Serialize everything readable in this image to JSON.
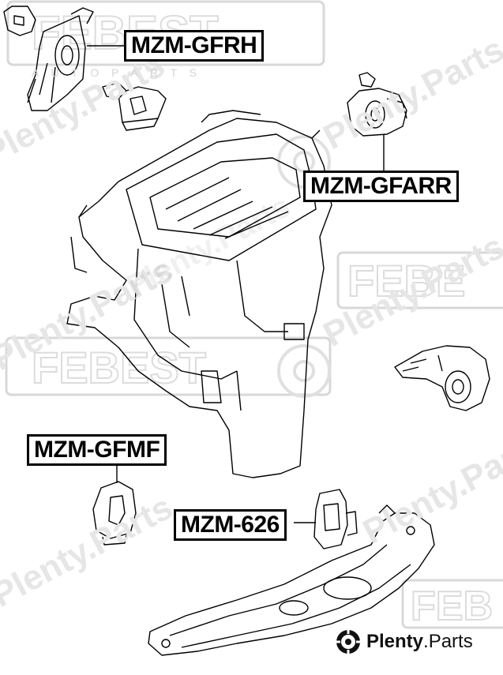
{
  "labels": {
    "gfrh": "MZM-GFRH",
    "gfarr": "MZM-GFARR",
    "gfmf": "MZM-GFMF",
    "m626": "MZM-626"
  },
  "watermark": {
    "brand_word": "FEBEST",
    "brand_sub": "A U T O   P A R T S",
    "plenty": "Plenty.Parts"
  },
  "footer": {
    "brand_bold": "Plenty",
    "brand_rest": ".Parts"
  },
  "colors": {
    "line": "#000000",
    "background": "#ffffff",
    "watermark": "#d8d8d8"
  }
}
